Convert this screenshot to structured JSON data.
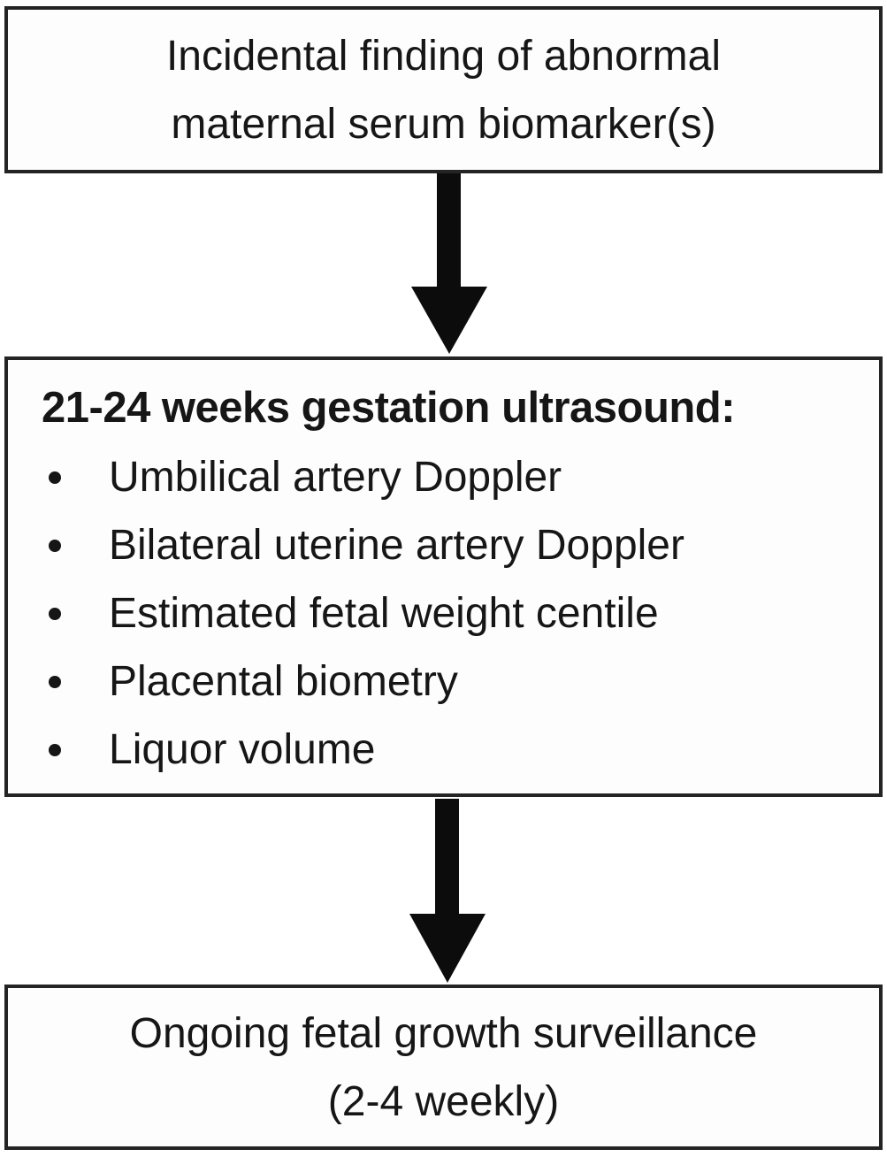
{
  "flowchart": {
    "description": "Clinical pathway flowchart for abnormal maternal serum biomarkers",
    "colors": {
      "background": "#ffffff",
      "box_border": "#242424",
      "text": "#161616",
      "arrow_fill": "#0c0c0c"
    },
    "box1": {
      "line1": "Incidental finding of abnormal",
      "line2": "maternal serum biomarker(s)"
    },
    "arrow1": {
      "type": "down-arrow",
      "from": "box1",
      "to": "box2"
    },
    "box2": {
      "heading": "21-24 weeks gestation ultrasound:",
      "bullets": [
        "Umbilical artery Doppler",
        "Bilateral uterine artery Doppler",
        "Estimated fetal weight centile",
        "Placental biometry",
        "Liquor volume"
      ]
    },
    "arrow2": {
      "type": "down-arrow",
      "from": "box2",
      "to": "box3"
    },
    "box3": {
      "line1": "Ongoing fetal growth surveillance",
      "line2": "(2-4 weekly)"
    }
  }
}
